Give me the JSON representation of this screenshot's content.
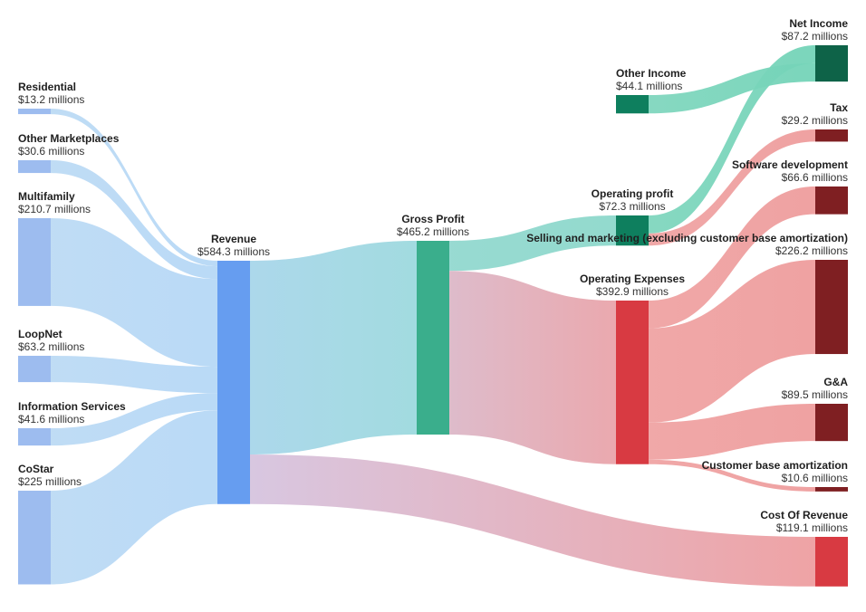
{
  "chart_data": {
    "type": "sankey",
    "unit_suffix": " millions",
    "value_prefix": "$",
    "nodes": [
      {
        "id": "residential",
        "label": "Residential",
        "value_label": "$13.2 millions",
        "value": 13.2,
        "color": "#9dbcef"
      },
      {
        "id": "other_marketplaces",
        "label": "Other Marketplaces",
        "value_label": "$30.6 millions",
        "value": 30.6,
        "color": "#9dbcef"
      },
      {
        "id": "multifamily",
        "label": "Multifamily",
        "value_label": "$210.7 millions",
        "value": 210.7,
        "color": "#9dbcef"
      },
      {
        "id": "loopnet",
        "label": "LoopNet",
        "value_label": "$63.2 millions",
        "value": 63.2,
        "color": "#9dbcef"
      },
      {
        "id": "information_services",
        "label": "Information Services",
        "value_label": "$41.6 millions",
        "value": 41.6,
        "color": "#9dbcef"
      },
      {
        "id": "costar",
        "label": "CoStar",
        "value_label": "$225 millions",
        "value": 225,
        "color": "#9dbcef"
      },
      {
        "id": "revenue",
        "label": "Revenue",
        "value_label": "$584.3 millions",
        "value": 584.3,
        "color": "#669df0"
      },
      {
        "id": "gross_profit",
        "label": "Gross Profit",
        "value_label": "$465.2 millions",
        "value": 465.2,
        "color": "#3aae8c"
      },
      {
        "id": "cost_of_revenue",
        "label": "Cost Of Revenue",
        "value_label": "$119.1 millions",
        "value": 119.1,
        "color": "#d83a42"
      },
      {
        "id": "operating_profit",
        "label": "Operating profit",
        "value_label": "$72.3 millions",
        "value": 72.3,
        "color": "#0e7f5e"
      },
      {
        "id": "operating_expenses",
        "label": "Operating Expenses",
        "value_label": "$392.9 millions",
        "value": 392.9,
        "color": "#d83a42"
      },
      {
        "id": "other_income",
        "label": "Other Income",
        "value_label": "$44.1 millions",
        "value": 44.1,
        "color": "#0e7f5e"
      },
      {
        "id": "net_income",
        "label": "Net Income",
        "value_label": "$87.2 millions",
        "value": 87.2,
        "color": "#0e6348"
      },
      {
        "id": "tax",
        "label": "Tax",
        "value_label": "$29.2 millions",
        "value": 29.2,
        "color": "#7f1f22"
      },
      {
        "id": "software_development",
        "label": "Software development",
        "value_label": "$66.6 millions",
        "value": 66.6,
        "color": "#7f1f22"
      },
      {
        "id": "selling_marketing",
        "label": "Selling and marketing (excluding customer base amortization)",
        "value_label": "$226.2 millions",
        "value": 226.2,
        "color": "#7f1f22"
      },
      {
        "id": "ga",
        "label": "G&A",
        "value_label": "$89.5 millions",
        "value": 89.5,
        "color": "#7f1f22"
      },
      {
        "id": "customer_base_amortization",
        "label": "Customer base amortization",
        "value_label": "$10.6 millions",
        "value": 10.6,
        "color": "#7f1f22"
      }
    ],
    "links": [
      {
        "source": "residential",
        "target": "revenue",
        "value": 13.2
      },
      {
        "source": "other_marketplaces",
        "target": "revenue",
        "value": 30.6
      },
      {
        "source": "multifamily",
        "target": "revenue",
        "value": 210.7
      },
      {
        "source": "loopnet",
        "target": "revenue",
        "value": 63.2
      },
      {
        "source": "information_services",
        "target": "revenue",
        "value": 41.6
      },
      {
        "source": "costar",
        "target": "revenue",
        "value": 225
      },
      {
        "source": "revenue",
        "target": "gross_profit",
        "value": 465.2
      },
      {
        "source": "revenue",
        "target": "cost_of_revenue",
        "value": 119.1
      },
      {
        "source": "gross_profit",
        "target": "operating_profit",
        "value": 72.3
      },
      {
        "source": "gross_profit",
        "target": "operating_expenses",
        "value": 392.9
      },
      {
        "source": "operating_profit",
        "target": "net_income",
        "value": 43.1
      },
      {
        "source": "operating_profit",
        "target": "tax",
        "value": 29.2
      },
      {
        "source": "other_income",
        "target": "net_income",
        "value": 44.1
      },
      {
        "source": "operating_expenses",
        "target": "software_development",
        "value": 66.6
      },
      {
        "source": "operating_expenses",
        "target": "selling_marketing",
        "value": 226.2
      },
      {
        "source": "operating_expenses",
        "target": "ga",
        "value": 89.5
      },
      {
        "source": "operating_expenses",
        "target": "customer_base_amortization",
        "value": 10.6
      }
    ]
  }
}
